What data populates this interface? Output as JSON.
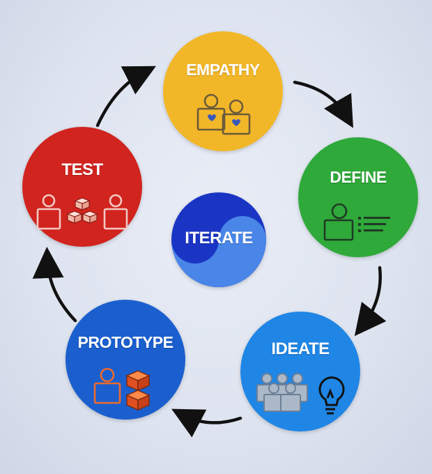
{
  "colors": {
    "empathy": "#f2b728",
    "define": "#2fa93a",
    "ideate": "#1f86e6",
    "prototype": "#1b5fcf",
    "test": "#d1241e",
    "iterate_dark": "#1a35c4",
    "iterate_light": "#4a86e8",
    "arrow": "#111111",
    "accent_orange": "#f06a2a"
  },
  "stages": {
    "empathy": {
      "label": "EMPATHY",
      "icon": "two-people-hearts-icon"
    },
    "define": {
      "label": "DEFINE",
      "icon": "person-with-notes-icon"
    },
    "ideate": {
      "label": "IDEATE",
      "icon": "group-lightbulb-icon"
    },
    "prototype": {
      "label": "PROTOTYPE",
      "icon": "person-with-blocks-icon"
    },
    "test": {
      "label": "TEST",
      "icon": "people-with-blocks-icon"
    }
  },
  "center": {
    "label": "ITERATE"
  }
}
